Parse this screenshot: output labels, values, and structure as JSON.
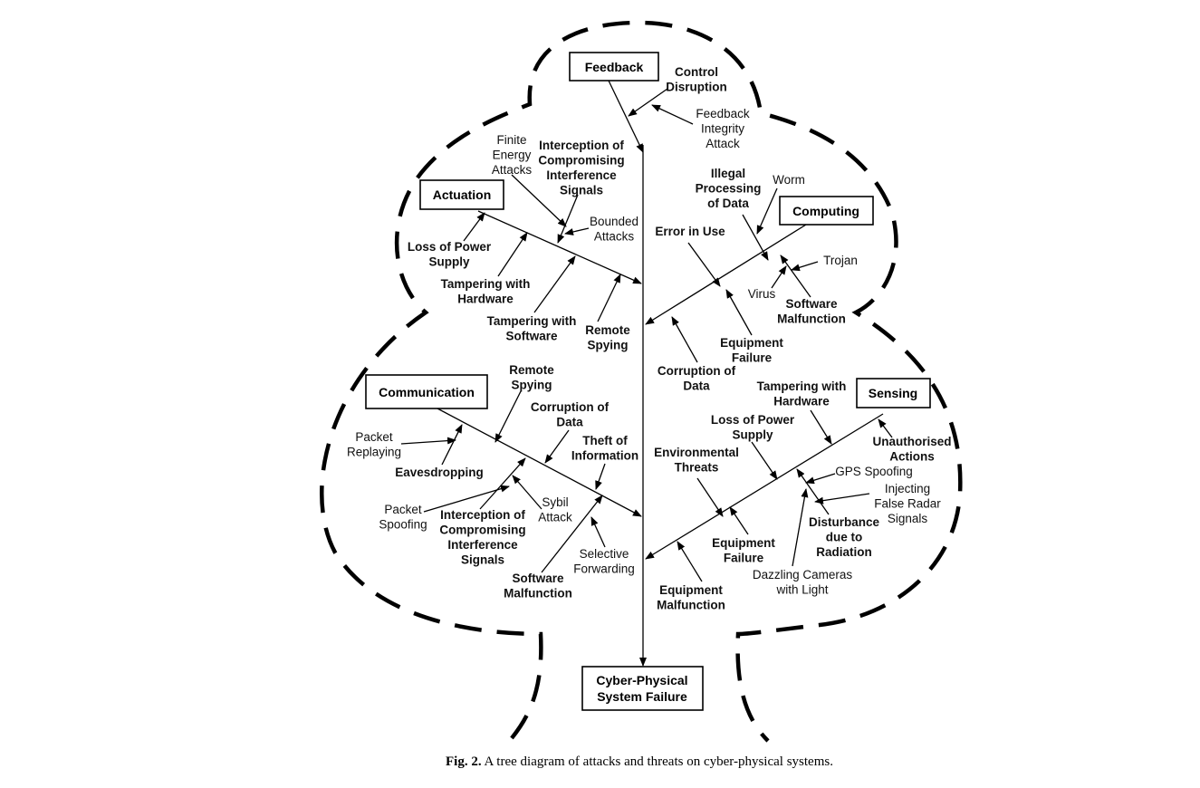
{
  "nodes": {
    "feedback": "Feedback",
    "actuation": "Actuation",
    "computing": "Computing",
    "communication": "Communication",
    "sensing": "Sensing",
    "failure": [
      "Cyber-Physical",
      "System Failure"
    ]
  },
  "labels": {
    "control_disruption": [
      "Control",
      "Disruption"
    ],
    "feedback_integrity_attack": [
      "Feedback",
      "Integrity",
      "Attack"
    ],
    "finite_energy_attacks": [
      "Finite",
      "Energy",
      "Attacks"
    ],
    "interception_act": [
      "Interception of",
      "Compromising",
      "Interference",
      "Signals"
    ],
    "bounded_attacks": [
      "Bounded",
      "Attacks"
    ],
    "loss_of_power_act": [
      "Loss of Power",
      "Supply"
    ],
    "tampering_hw_act": [
      "Tampering with",
      "Hardware"
    ],
    "tampering_sw_act": [
      "Tampering with",
      "Software"
    ],
    "remote_spying_act": [
      "Remote",
      "Spying"
    ],
    "illegal_processing": [
      "Illegal",
      "Processing",
      "of Data"
    ],
    "worm": "Worm",
    "error_in_use": "Error in Use",
    "trojan": "Trojan",
    "virus": "Virus",
    "software_malfunction_comp": [
      "Software",
      "Malfunction"
    ],
    "equipment_failure_comp": [
      "Equipment",
      "Failure"
    ],
    "corruption_comp": [
      "Corruption of",
      "Data"
    ],
    "remote_spying_comm": [
      "Remote",
      "Spying"
    ],
    "corruption_comm": [
      "Corruption of",
      "Data"
    ],
    "theft_of_information": [
      "Theft of",
      "Information"
    ],
    "packet_replaying": [
      "Packet",
      "Replaying"
    ],
    "eavesdropping": "Eavesdropping",
    "packet_spoofing": [
      "Packet",
      "Spoofing"
    ],
    "sybil_attack": [
      "Sybil",
      "Attack"
    ],
    "interception_comm": [
      "Interception of",
      "Compromising",
      "Interference",
      "Signals"
    ],
    "selective_forwarding": [
      "Selective",
      "Forwarding"
    ],
    "software_malfunction_comm": [
      "Software",
      "Malfunction"
    ],
    "tampering_hw_sens": [
      "Tampering with",
      "Hardware"
    ],
    "loss_of_power_sens": [
      "Loss of Power",
      "Supply"
    ],
    "unauthorised_actions": [
      "Unauthorised",
      "Actions"
    ],
    "gps_spoofing": "GPS Spoofing",
    "environmental_threats": [
      "Environmental",
      "Threats"
    ],
    "injecting_false_radar": [
      "Injecting",
      "False Radar",
      "Signals"
    ],
    "equipment_failure_sens": [
      "Equipment",
      "Failure"
    ],
    "disturbance_radiation": [
      "Disturbance",
      "due to",
      "Radiation"
    ],
    "dazzling_cameras": [
      "Dazzling Cameras",
      "with Light"
    ],
    "equipment_malfunction": [
      "Equipment",
      "Malfunction"
    ]
  },
  "caption": {
    "label": "Fig. 2.",
    "text": "A tree diagram of attacks and threats on cyber-physical systems."
  }
}
